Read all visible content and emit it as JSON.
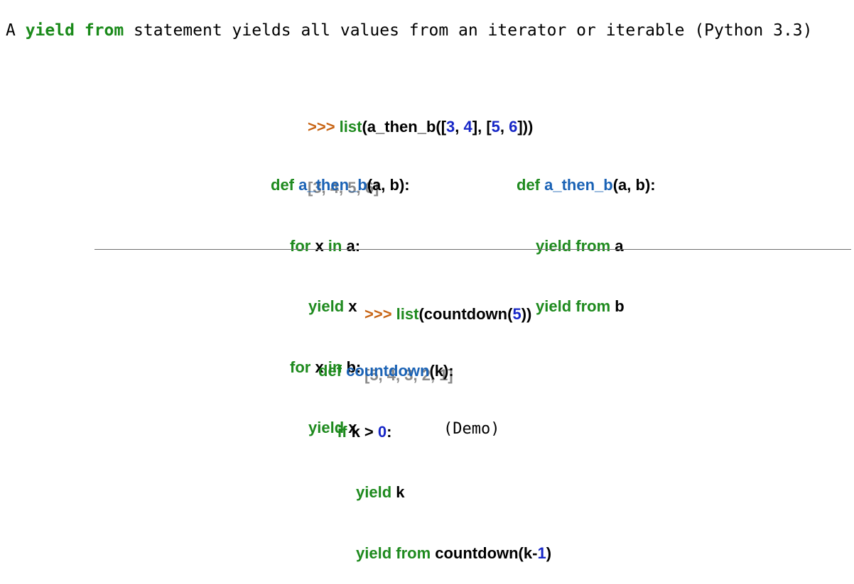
{
  "heading": {
    "prefix": "A ",
    "kw_yield": "yield",
    "kw_from": "from",
    "suffix": " statement yields all values from an iterator or iterable (Python 3.3)"
  },
  "example1": {
    "prompt": ">>>",
    "call": {
      "list": "list",
      "open1": "(",
      "func": "a_then_b",
      "open2": "([",
      "n3": "3",
      "comma1": ", ",
      "n4": "4",
      "close1": "], [",
      "n5": "5",
      "comma2": ", ",
      "n6": "6",
      "close2": "]))"
    },
    "output": "[3, 4, 5, 6]",
    "left_def": {
      "line1": {
        "kw": "def",
        "name": "a_then_b",
        "args": "(a, b):"
      },
      "line2": {
        "kw1": "for",
        "mid": " x ",
        "kw2": "in",
        "rest": " a:"
      },
      "line3": {
        "kw": "yield",
        "rest": " x"
      },
      "line4": {
        "kw1": "for",
        "mid": " x ",
        "kw2": "in",
        "rest": " b:"
      },
      "line5": {
        "kw": "yield",
        "rest": " x"
      }
    },
    "right_def": {
      "line1": {
        "kw": "def",
        "name": "a_then_b",
        "args": "(a, b):"
      },
      "line2": {
        "kw": "yield from",
        "rest": " a"
      },
      "line3": {
        "kw": "yield from",
        "rest": " b"
      }
    }
  },
  "example2": {
    "prompt": ">>>",
    "call": {
      "list": "list",
      "open1": "(",
      "func": "countdown",
      "open2": "(",
      "n5": "5",
      "close": "))"
    },
    "output": "[5, 4, 3, 2, 1]",
    "def": {
      "line1": {
        "kw": "def",
        "name": "countdown",
        "args": "(k):"
      },
      "line2": {
        "kw": "if",
        "mid": " k > ",
        "num": "0",
        "rest": ":"
      },
      "line3": {
        "kw": "yield",
        "rest": " k"
      },
      "line4": {
        "kw": "yield from",
        "mid": " countdown(k-",
        "num": "1",
        "rest": ")"
      }
    }
  },
  "demo_label": "(Demo)",
  "colors": {
    "keyword": "#1e8a1e",
    "function_name": "#1a62b5",
    "number": "#1727c7",
    "prompt": "#c86414",
    "output": "#8a8a8a"
  }
}
